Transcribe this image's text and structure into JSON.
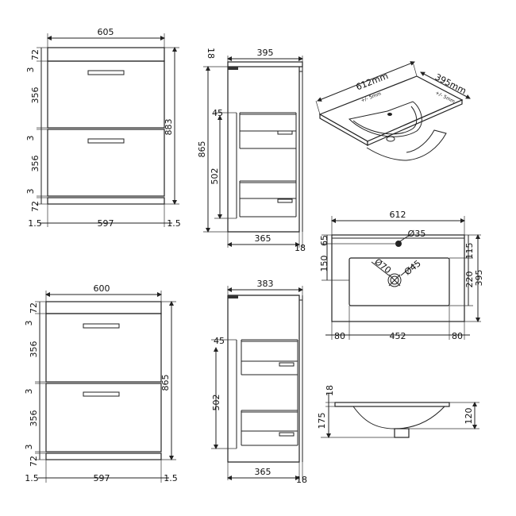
{
  "top_front": {
    "width": "605",
    "bottom_width": "597",
    "height": "883",
    "top_gap": "72",
    "gap_a": "3",
    "drawer_a": "356",
    "gap_b": "3",
    "drawer_b": "356",
    "gap_c": "3",
    "plinth": "72",
    "side_left": "1.5",
    "side_right": "1.5"
  },
  "top_side": {
    "top_thk": "18",
    "depth": "395",
    "height": "865",
    "drawer_gap": "45",
    "drawer_h": "502",
    "base_depth": "365",
    "back": "18"
  },
  "basin_iso": {
    "length": "612mm",
    "length_tol": "+/- 5mm",
    "depth": "395mm",
    "depth_tol": "+/- 5mm"
  },
  "basin_plan": {
    "width": "612",
    "tap_hole": "Ø35",
    "edge_top": "65",
    "offset_left": "150",
    "waste": "Ø70",
    "overflow": "Ø45",
    "edge_115": "115",
    "bowl_220": "220",
    "depth": "395",
    "rim_left": "80",
    "bowl_w": "452",
    "rim_right": "80"
  },
  "basin_section": {
    "top_thk": "18",
    "total_h": "175",
    "bowl_h": "120"
  },
  "bottom_front": {
    "width": "600",
    "bottom_width": "597",
    "height": "865",
    "top_gap": "72",
    "gap_a": "3",
    "drawer_a": "356",
    "gap_b": "3",
    "drawer_b": "356",
    "gap_c": "3",
    "plinth": "72",
    "side_left": "1.5",
    "side_right": "1.5"
  },
  "bottom_side": {
    "depth": "383",
    "drawer_gap": "45",
    "drawer_h": "502",
    "base_depth": "365",
    "back": "18"
  }
}
